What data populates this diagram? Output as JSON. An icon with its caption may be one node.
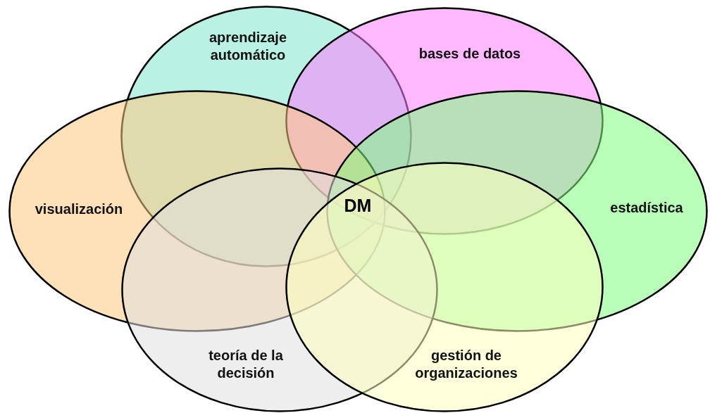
{
  "diagram": {
    "nodes": [
      {
        "text": [
          "aprendizaje automático"
        ]
      },
      {
        "text": [
          "bases de datos"
        ]
      },
      {
        "text": [
          "visualización"
        ]
      },
      {
        "text": [
          "estadística"
        ]
      },
      {
        "text": [
          "teoría de la decisión"
        ]
      },
      {
        "text": [
          "gestión de organizaciones"
        ]
      }
    ],
    "labels": [
      "DM"
    ]
  }
}
